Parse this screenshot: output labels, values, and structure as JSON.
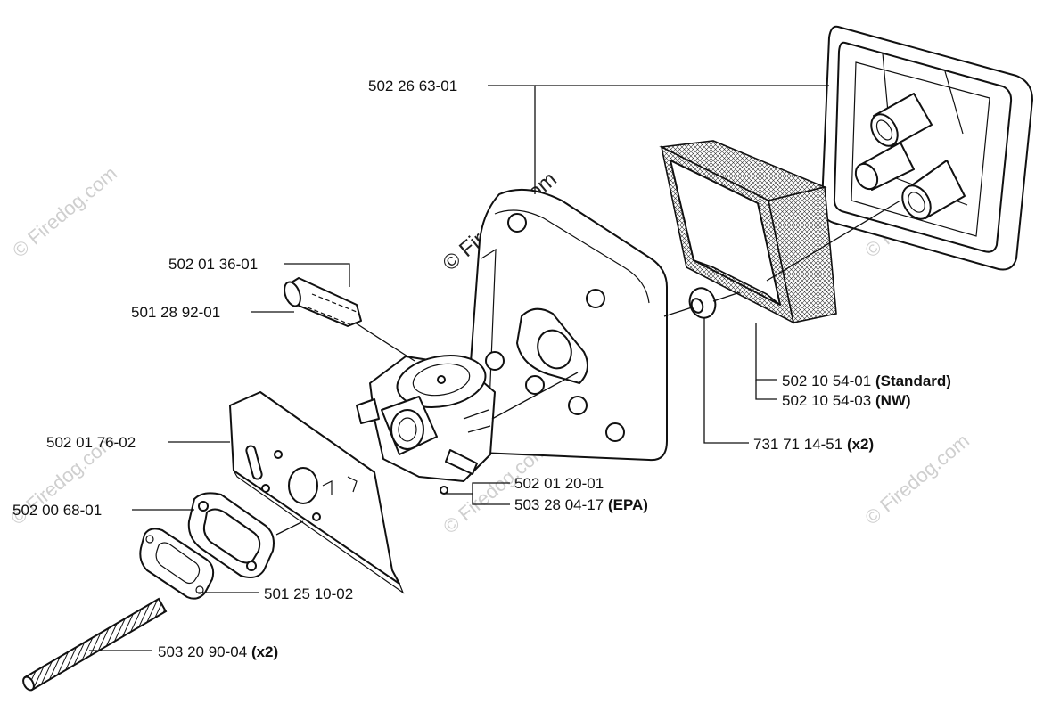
{
  "watermarks": {
    "main": "© Firedog.com",
    "faded": "© Firedog.com"
  },
  "callouts": [
    {
      "id": "air-filter-cover",
      "number": "502 26 63-01",
      "suffix": ""
    },
    {
      "id": "fuel-line-clip",
      "number": "502 01 36-01",
      "suffix": ""
    },
    {
      "id": "fuel-line-grommet",
      "number": "501 28 92-01",
      "suffix": ""
    },
    {
      "id": "heat-shield",
      "number": "502 01 76-02",
      "suffix": ""
    },
    {
      "id": "intake-spacer",
      "number": "502 00 68-01",
      "suffix": ""
    },
    {
      "id": "gasket",
      "number": "501 25 10-02",
      "suffix": ""
    },
    {
      "id": "stud",
      "number": "503 20 90-04",
      "suffix": "(x2)"
    },
    {
      "id": "carburetor",
      "number": "502 01 20-01",
      "suffix": ""
    },
    {
      "id": "carburetor-epa",
      "number": "503 28 04-17",
      "suffix": "(EPA)"
    },
    {
      "id": "air-filter-standard",
      "number": "502 10 54-01",
      "suffix": "(Standard)"
    },
    {
      "id": "air-filter-nw",
      "number": "502 10 54-03",
      "suffix": "(NW)"
    },
    {
      "id": "washer",
      "number": "731 71 14-51",
      "suffix": "(x2)"
    }
  ]
}
